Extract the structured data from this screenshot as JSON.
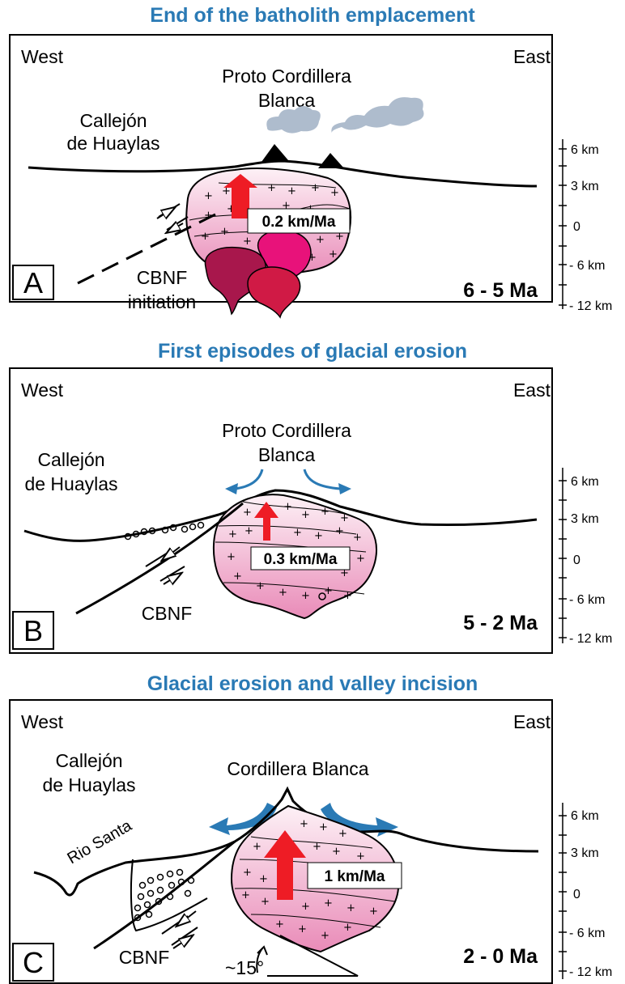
{
  "panels": [
    {
      "title": "End of the batholith emplacement",
      "west": "West",
      "east": "East",
      "range_line1": "Proto Cordillera",
      "range_line2": "Blanca",
      "valley_line1": "Callejón",
      "valley_line2": "de Huaylas",
      "rate": "0.2 km/Ma",
      "fault_line1": "CBNF",
      "fault_line2": "initiation",
      "age": "6 - 5 Ma",
      "letter": "A",
      "depths": [
        "6 km",
        "3 km",
        "0",
        "- 6 km",
        "- 12 km"
      ]
    },
    {
      "title": "First episodes of glacial erosion",
      "west": "West",
      "east": "East",
      "range_line1": "Proto Cordillera",
      "range_line2": "Blanca",
      "valley_line1": "Callejón",
      "valley_line2": "de Huaylas",
      "rate": "0.3 km/Ma",
      "fault": "CBNF",
      "age": "5 - 2 Ma",
      "letter": "B",
      "depths": [
        "6 km",
        "3 km",
        "0",
        "- 6 km",
        "- 12 km"
      ]
    },
    {
      "title": "Glacial erosion and valley incision",
      "west": "West",
      "east": "East",
      "range": "Cordillera Blanca",
      "valley_line1": "Callejón",
      "valley_line2": "de Huaylas",
      "river": "Rio Santa",
      "rate": "1 km/Ma",
      "fault": "CBNF",
      "angle": "~15°",
      "age": "2 - 0 Ma",
      "letter": "C",
      "depths": [
        "6 km",
        "3 km",
        "0",
        "- 6 km",
        "- 12 km"
      ]
    }
  ],
  "colors": {
    "title": "#2a7ab5",
    "uplift_arrow": "#ee1c25",
    "erosion_arrow": "#2a7ab5",
    "smoke": "#aebccd",
    "pluton_pink": "#e98bb8",
    "pluton_magenta": "#e8127a",
    "pluton_crimson": "#d01a45",
    "pluton_maroon": "#a8174c"
  },
  "icons": [
    "volcano-icon",
    "smoke-icon",
    "uplift-arrow-icon",
    "erosion-arrow-icon",
    "glacial-deposit-icon"
  ]
}
